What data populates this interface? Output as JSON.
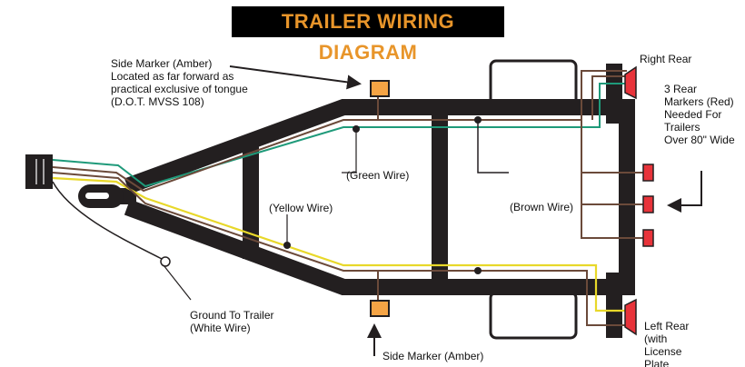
{
  "title": "TRAILER WIRING DIAGRAM",
  "labels": {
    "side_marker_front": "Side Marker (Amber)\nLocated as far forward as\npractical exclusive of tongue\n(D.O.T. MVSS 108)",
    "right_rear": "Right Rear",
    "rear_markers": "3 Rear\nMarkers (Red)\nNeeded For\nTrailers\nOver 80\" Wide",
    "green_wire": "(Green Wire)",
    "yellow_wire": "(Yellow Wire)",
    "brown_wire": "(Brown Wire)",
    "ground": "Ground To Trailer\n(White Wire)",
    "side_marker_rear": "Side Marker (Amber)",
    "left_rear": "Left Rear\n(with\nLicense\nPlate"
  },
  "colors": {
    "frame": "#231f20",
    "green": "#1f9a7a",
    "brown": "#6b4a3a",
    "yellow": "#f2e23a",
    "amber": "#f5a445",
    "red": "#e8333a",
    "title_text": "#e8952a"
  }
}
